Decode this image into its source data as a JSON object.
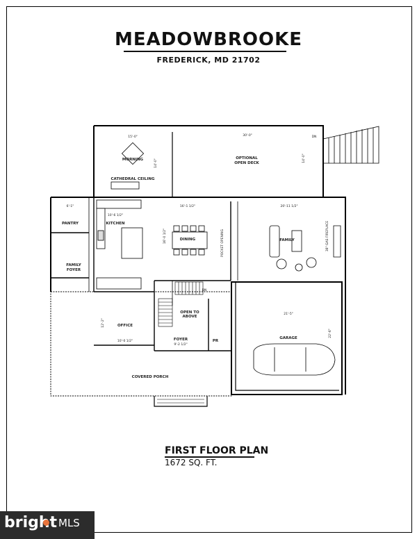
{
  "header": {
    "title": "MEADOWBROOKE",
    "location": "FREDERICK,  MD 21702"
  },
  "footer": {
    "plan_title": "FIRST FLOOR PLAN",
    "area": "1672 SQ. FT."
  },
  "rooms": {
    "morning": "MORNING",
    "cathedral": "CATHEDRAL CEILING",
    "deck": "OPTIONAL\nOPEN DECK",
    "pantry": "PANTRY",
    "kitchen": "KITCHEN",
    "dining": "DINING",
    "family": "FAMILY",
    "family_foyer": "FAMILY\nFOYER",
    "office": "OFFICE",
    "open_above": "OPEN TO\nABOVE",
    "foyer": "FOYER",
    "pr": "PR",
    "garage": "GARAGE",
    "covered_porch": "COVERED PORCH",
    "fireplace": "38\" GAS\nFIREPLACE",
    "pocket_opening": "POCKET OPENING",
    "up": "UP",
    "dn": "DN"
  },
  "dimensions": {
    "morning_w": "15'-0\"",
    "morning_d": "14'-0\"",
    "deck_w": "30'-0\"",
    "deck_d": "14'-0\"",
    "pantry_w": "6'-1\"",
    "kitchen_w": "10'-6 1/2\"",
    "dining_w": "16'-1 1/2\"",
    "dining_d": "16'-0 1/2\"",
    "family_w": "20'-11 1/2\"",
    "office_w": "10'-0 1/2\"",
    "office_d": "12'-2\"",
    "foyer_w": "9'-2 1/2\"",
    "garage_w": "21'-5\"",
    "garage_d": "22'-6\""
  },
  "watermark": {
    "brand": "bright",
    "suffix": "MLS"
  }
}
